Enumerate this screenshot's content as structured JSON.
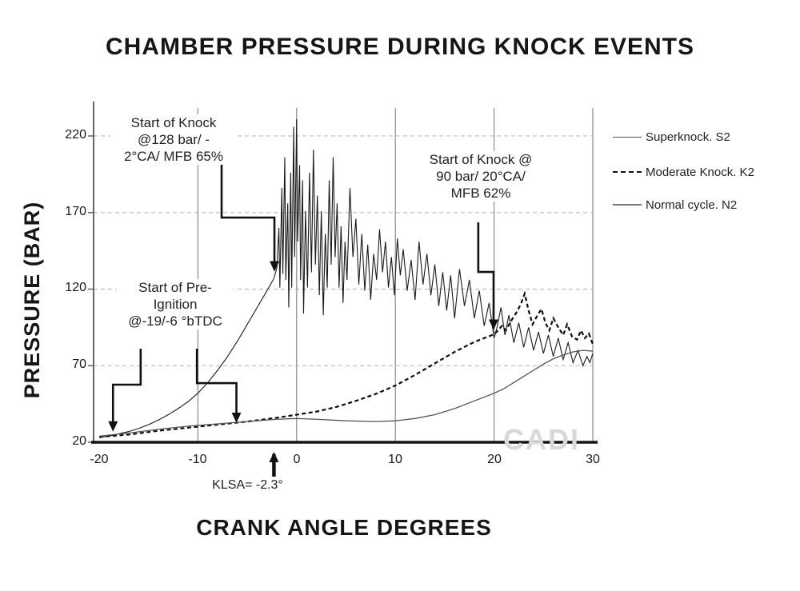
{
  "title": "CHAMBER PRESSURE DURING KNOCK EVENTS",
  "watermark": "CADI",
  "legend": {
    "items": [
      {
        "key": "s2",
        "label": "Superknock. S2"
      },
      {
        "key": "k2",
        "label": "Moderate Knock. K2"
      },
      {
        "key": "n2",
        "label": "Normal cycle. N2"
      }
    ]
  },
  "annotations": {
    "boxes": {
      "knock_s2": {
        "text": "Start of Knock\n@128 bar/ -\n2°CA/ MFB 65%"
      },
      "knock_k2": {
        "text": "Start of Knock @\n90 bar/ 20°CA/\nMFB  62%"
      },
      "preignition": {
        "text": "Start of Pre-\nIgnition\n@-19/-6 °bTDC"
      }
    },
    "arrows": [
      {
        "name": "knock-s2-callout",
        "start_dot": true,
        "points": [
          [
            -7.6,
            202.8
          ],
          [
            -7.6,
            166.7
          ],
          [
            -2.25,
            166.7
          ],
          [
            -2.25,
            133
          ]
        ]
      },
      {
        "name": "knock-k2-callout",
        "start_dot": false,
        "points": [
          [
            18.4,
            163.6
          ],
          [
            18.4,
            131.2
          ],
          [
            19.95,
            131.2
          ],
          [
            19.95,
            95
          ]
        ]
      },
      {
        "name": "preignition-left-callout",
        "start_dot": false,
        "points": [
          [
            -15.8,
            81.1
          ],
          [
            -15.8,
            57.6
          ],
          [
            -18.6,
            57.6
          ],
          [
            -18.6,
            28.5
          ]
        ]
      },
      {
        "name": "preignition-right-callout",
        "start_dot": false,
        "points": [
          [
            -10.1,
            81.1
          ],
          [
            -10.1,
            58.6
          ],
          [
            -6.1,
            58.6
          ],
          [
            -6.1,
            34.2
          ]
        ]
      }
    ],
    "klsa": {
      "label": "KLSA= -2.3°",
      "deg": -2.3
    }
  },
  "chart_data": {
    "type": "line",
    "title": "CHAMBER PRESSURE DURING KNOCK EVENTS",
    "xlabel": "CRANK ANGLE DEGREES",
    "ylabel": "PRESSURE (BAR)",
    "xlim": [
      -20,
      30
    ],
    "ylim": [
      20,
      240
    ],
    "xticks": [
      -20,
      -10,
      0,
      10,
      20,
      30
    ],
    "yticks": [
      20,
      70,
      120,
      170,
      220
    ],
    "grid": {
      "horizontal": "dashed",
      "vertical": "solid",
      "h_color": "#b3b3b3",
      "v_color": "#8a8a8a"
    },
    "legend_position": "right",
    "series": [
      {
        "name": "Superknock. S2",
        "key": "s2",
        "color": "#1a1a1a",
        "width": 1.1,
        "dash": "",
        "points": [
          [
            -20,
            23
          ],
          [
            -19,
            24
          ],
          [
            -18,
            25.5
          ],
          [
            -17,
            27
          ],
          [
            -16,
            29
          ],
          [
            -15,
            31.5
          ],
          [
            -14,
            34.5
          ],
          [
            -13,
            38
          ],
          [
            -12,
            42
          ],
          [
            -11,
            46.5
          ],
          [
            -10,
            52
          ],
          [
            -9,
            59
          ],
          [
            -8,
            67
          ],
          [
            -7,
            76
          ],
          [
            -6,
            86
          ],
          [
            -5,
            97
          ],
          [
            -4,
            108
          ],
          [
            -3,
            119
          ],
          [
            -2.3,
            127
          ],
          [
            -2,
            134
          ],
          [
            -1.8,
            160
          ],
          [
            -1.7,
            121
          ],
          [
            -1.5,
            186
          ],
          [
            -1.4,
            130
          ],
          [
            -1.2,
            206
          ],
          [
            -1.1,
            126
          ],
          [
            -0.9,
            176
          ],
          [
            -0.8,
            108
          ],
          [
            -0.6,
            196
          ],
          [
            -0.5,
            121
          ],
          [
            -0.3,
            226
          ],
          [
            -0.2,
            141
          ],
          [
            0,
            231
          ],
          [
            0.1,
            151
          ],
          [
            0.3,
            201
          ],
          [
            0.4,
            126
          ],
          [
            0.6,
            191
          ],
          [
            0.7,
            104
          ],
          [
            0.9,
            171
          ],
          [
            1.1,
            121
          ],
          [
            1.3,
            196
          ],
          [
            1.5,
            131
          ],
          [
            1.7,
            211
          ],
          [
            1.9,
            136
          ],
          [
            2.1,
            181
          ],
          [
            2.3,
            116
          ],
          [
            2.5,
            171
          ],
          [
            2.7,
            103
          ],
          [
            2.9,
            156
          ],
          [
            3.1,
            121
          ],
          [
            3.3,
            191
          ],
          [
            3.5,
            136
          ],
          [
            3.7,
            206
          ],
          [
            3.9,
            141
          ],
          [
            4.1,
            176
          ],
          [
            4.3,
            121
          ],
          [
            4.5,
            161
          ],
          [
            4.7,
            111
          ],
          [
            4.9,
            151
          ],
          [
            5.1,
            126
          ],
          [
            5.4,
            186
          ],
          [
            5.7,
            141
          ],
          [
            6,
            166
          ],
          [
            6.3,
            123
          ],
          [
            6.6,
            156
          ],
          [
            6.9,
            119
          ],
          [
            7.2,
            149
          ],
          [
            7.5,
            113
          ],
          [
            7.8,
            143
          ],
          [
            8.1,
            126
          ],
          [
            8.4,
            159
          ],
          [
            8.7,
            131
          ],
          [
            9,
            151
          ],
          [
            9.3,
            121
          ],
          [
            9.6,
            141
          ],
          [
            9.9,
            116
          ],
          [
            10.2,
            153
          ],
          [
            10.5,
            129
          ],
          [
            10.8,
            146
          ],
          [
            11.2,
            119
          ],
          [
            11.6,
            139
          ],
          [
            12,
            113
          ],
          [
            12.4,
            151
          ],
          [
            12.8,
            123
          ],
          [
            13.2,
            143
          ],
          [
            13.6,
            116
          ],
          [
            14,
            136
          ],
          [
            14.4,
            109
          ],
          [
            14.8,
            131
          ],
          [
            15.2,
            106
          ],
          [
            15.6,
            129
          ],
          [
            16,
            101
          ],
          [
            16.5,
            133
          ],
          [
            17,
            109
          ],
          [
            17.5,
            126
          ],
          [
            18,
            101
          ],
          [
            18.5,
            119
          ],
          [
            19,
            96
          ],
          [
            19.5,
            111
          ],
          [
            20,
            88
          ],
          [
            20.3,
            95
          ],
          [
            20.7,
            108
          ],
          [
            21.1,
            90
          ],
          [
            21.5,
            103
          ],
          [
            22,
            85
          ],
          [
            22.5,
            98
          ],
          [
            23,
            82
          ],
          [
            23.5,
            95
          ],
          [
            24,
            80
          ],
          [
            24.5,
            92
          ],
          [
            25,
            78
          ],
          [
            25.5,
            90
          ],
          [
            26,
            76
          ],
          [
            26.5,
            88
          ],
          [
            27,
            74
          ],
          [
            27.5,
            85
          ],
          [
            28,
            72
          ],
          [
            28.5,
            80
          ],
          [
            29,
            70
          ],
          [
            29.4,
            76
          ],
          [
            29.7,
            72
          ],
          [
            30,
            78
          ]
        ]
      },
      {
        "name": "Moderate Knock. K2",
        "key": "k2",
        "color": "#0d0d0d",
        "width": 2.2,
        "dash": "5 3.5",
        "points": [
          [
            -20,
            23.5
          ],
          [
            -17,
            25
          ],
          [
            -14,
            27.5
          ],
          [
            -11,
            29.5
          ],
          [
            -8,
            31.5
          ],
          [
            -5,
            33.5
          ],
          [
            -2,
            36
          ],
          [
            0,
            38
          ],
          [
            2,
            40
          ],
          [
            4,
            43
          ],
          [
            6,
            47
          ],
          [
            8,
            51.5
          ],
          [
            10,
            57
          ],
          [
            12,
            64
          ],
          [
            14,
            71.5
          ],
          [
            16,
            79
          ],
          [
            18,
            85.5
          ],
          [
            20,
            90.5
          ],
          [
            20.4,
            93
          ],
          [
            20.8,
            96
          ],
          [
            21.2,
            93
          ],
          [
            21.7,
            99
          ],
          [
            22.2,
            104
          ],
          [
            22.7,
            110
          ],
          [
            23.1,
            117
          ],
          [
            23.5,
            106
          ],
          [
            23.9,
            97
          ],
          [
            24.4,
            103
          ],
          [
            24.8,
            107
          ],
          [
            25.2,
            98
          ],
          [
            25.6,
            93
          ],
          [
            26,
            101
          ],
          [
            26.5,
            95
          ],
          [
            27,
            90
          ],
          [
            27.4,
            97
          ],
          [
            27.9,
            89
          ],
          [
            28.4,
            87
          ],
          [
            28.8,
            93
          ],
          [
            29.2,
            88
          ],
          [
            29.6,
            91
          ],
          [
            30,
            84
          ]
        ]
      },
      {
        "name": "Normal cycle. N2",
        "key": "n2",
        "color": "#555555",
        "width": 1.3,
        "dash": "",
        "points": [
          [
            -20,
            24
          ],
          [
            -17,
            26
          ],
          [
            -14,
            28.5
          ],
          [
            -11,
            30.5
          ],
          [
            -8,
            32
          ],
          [
            -5,
            33.5
          ],
          [
            -2,
            35
          ],
          [
            0,
            35.5
          ],
          [
            2,
            35
          ],
          [
            5,
            34
          ],
          [
            8,
            33.5
          ],
          [
            10,
            34
          ],
          [
            12,
            35.5
          ],
          [
            14,
            38
          ],
          [
            16,
            42
          ],
          [
            18,
            47
          ],
          [
            20,
            52
          ],
          [
            21,
            55
          ],
          [
            22,
            59
          ],
          [
            23,
            63
          ],
          [
            24,
            67
          ],
          [
            25,
            71
          ],
          [
            26,
            74.5
          ],
          [
            27,
            77
          ],
          [
            28,
            79
          ],
          [
            29,
            80
          ],
          [
            30,
            79.5
          ]
        ]
      }
    ]
  }
}
